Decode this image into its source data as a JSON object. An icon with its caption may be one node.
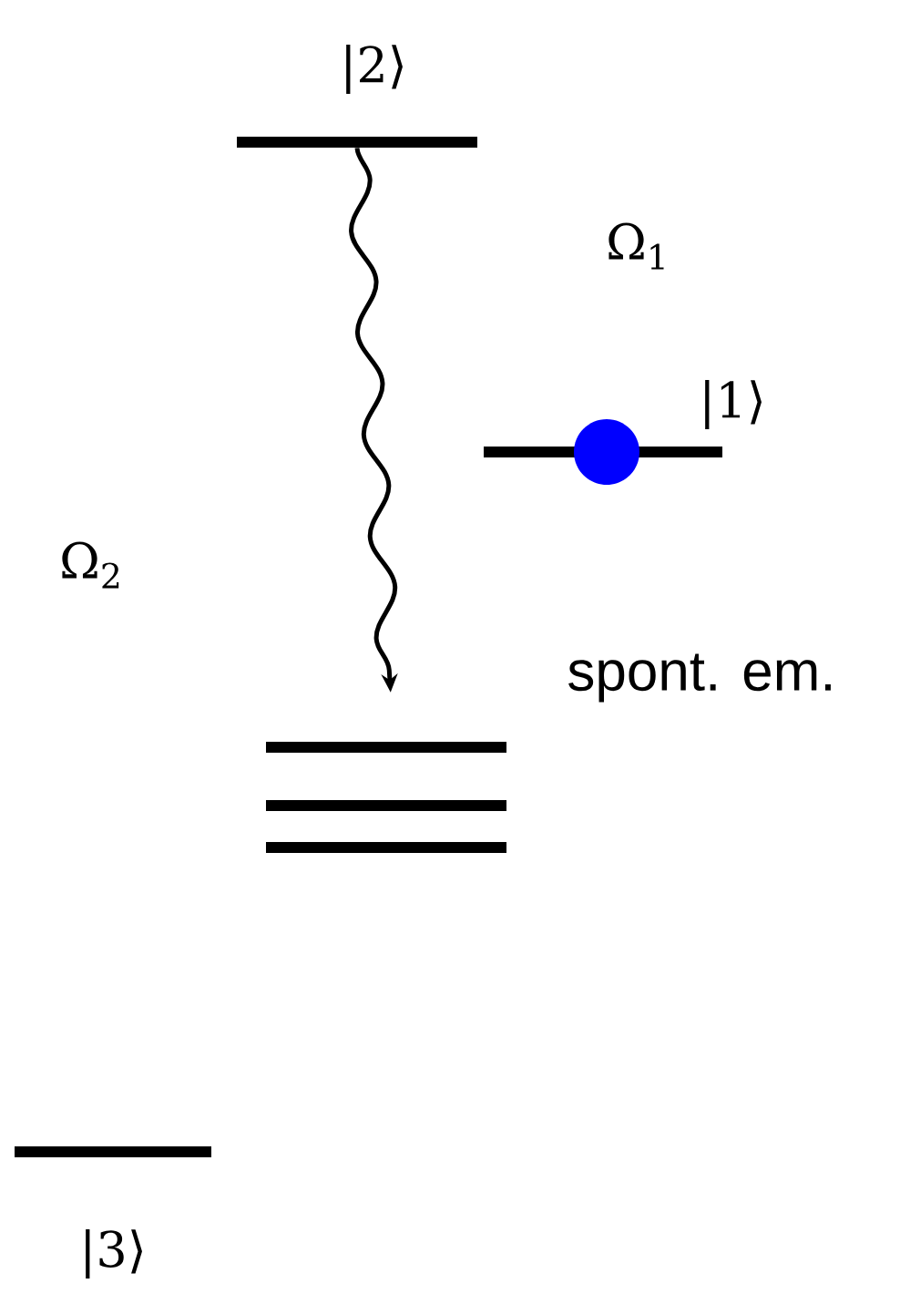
{
  "diagram": {
    "nodes": [
      {
        "text": [
          "|2⟩"
        ]
      },
      {
        "text": [
          "|1⟩"
        ]
      },
      {
        "text": [],
        "shape": "bar"
      },
      {
        "text": [
          "|3⟩"
        ]
      }
    ],
    "edges": [
      {
        "from": 0,
        "to": 2,
        "arrow": "to",
        "label": "spont. em."
      }
    ],
    "labels": [
      "Ω$_{1}$",
      "Ω$_{2}$"
    ]
  }
}
